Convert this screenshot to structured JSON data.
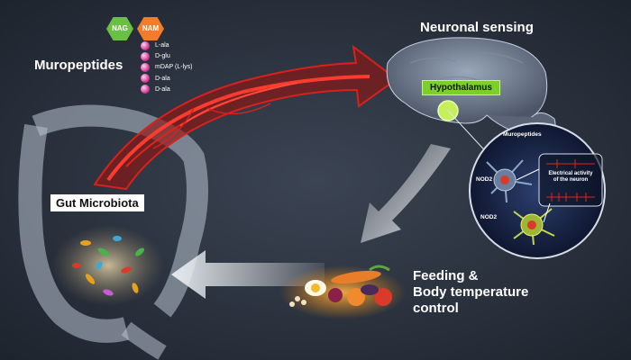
{
  "labels": {
    "muropeptides": "Muropeptides",
    "neuronal_sensing": "Neuronal sensing",
    "hypothalamus": "Hypothalamus",
    "gut_microbiota": "Gut Microbiota",
    "feeding_line1": "Feeding &",
    "feeding_line2": "Body temperature",
    "feeding_line3": "control"
  },
  "sugars": {
    "nag": "NAG",
    "nam": "NAM"
  },
  "amino_acids": [
    "L-ala",
    "D-glu",
    "mDAP (L-lys)",
    "D-ala",
    "D-ala"
  ],
  "inset": {
    "muropeptides": "Muropeptides",
    "nod2_a": "NOD2",
    "nod2_b": "NOD2",
    "electrical_line1": "Electrical activity",
    "electrical_line2": "of the neuron"
  },
  "colors": {
    "background": "#2a3240",
    "vessel_red": "#d8211c",
    "hypothalamus_green": "#7ccf2a",
    "nag_green": "#6ac045",
    "nam_orange": "#f27c2a",
    "amino_pink": "#d63c9c",
    "arrow_white": "#e8edf2"
  },
  "icons": [
    "intestine-illustration",
    "brain-illustration",
    "blood-vessel-arrow",
    "food-illustration",
    "neuron-inset"
  ]
}
